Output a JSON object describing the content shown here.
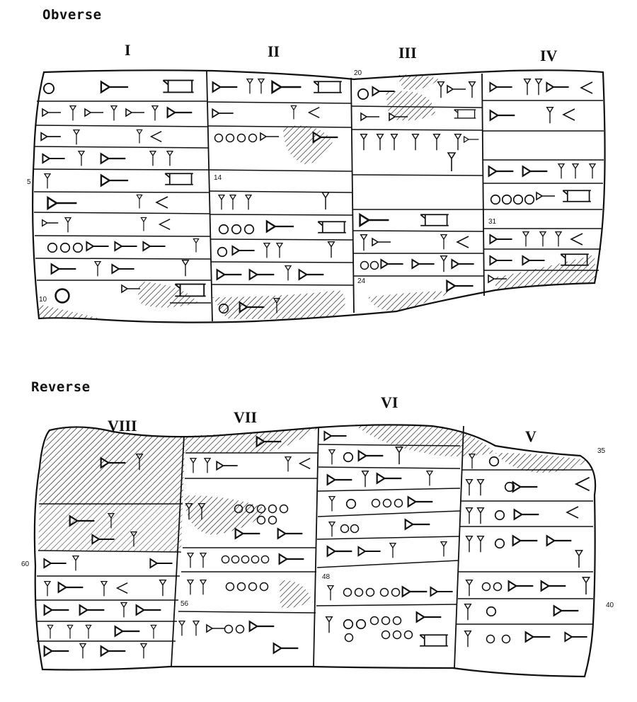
{
  "obverse": {
    "title": "Obverse",
    "columns": [
      "I",
      "II",
      "III",
      "IV"
    ],
    "line_numbers": [
      "5",
      "10",
      "14",
      "20",
      "24",
      "31"
    ]
  },
  "reverse": {
    "title": "Reverse",
    "columns": [
      "VIII",
      "VII",
      "VI",
      "V"
    ],
    "line_numbers": [
      "35",
      "40",
      "48",
      "56",
      "60"
    ]
  },
  "colors": {
    "ink": "#111111",
    "paper": "#ffffff"
  }
}
